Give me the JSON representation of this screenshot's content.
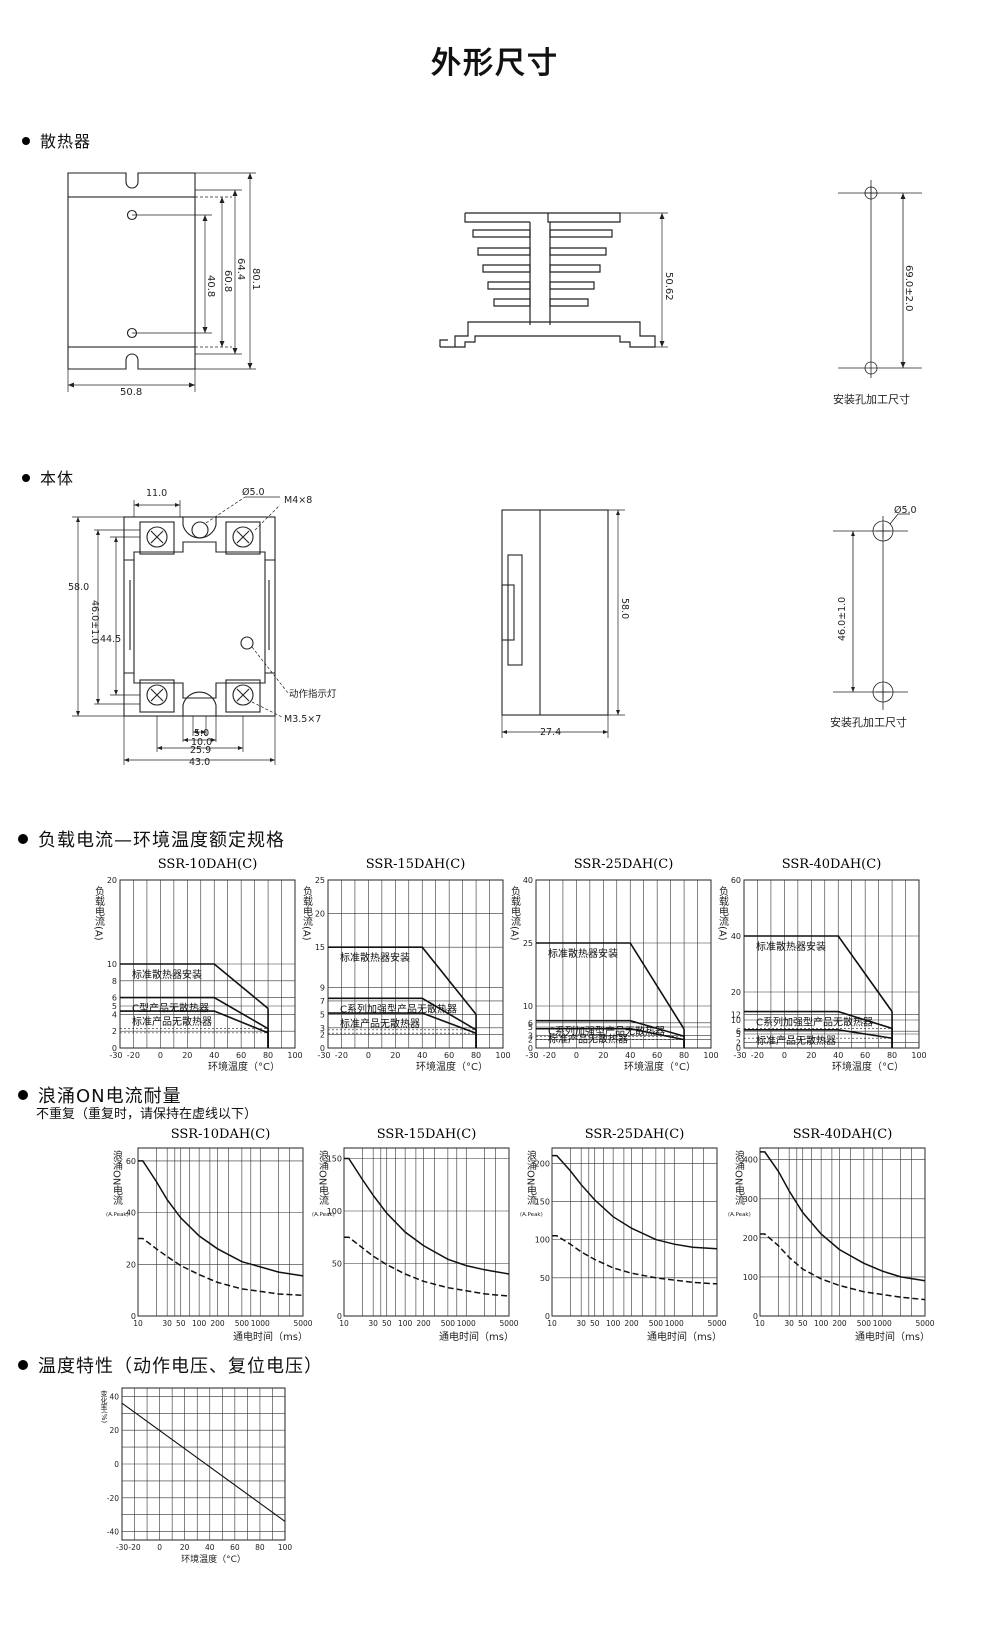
{
  "page_title": "外形尺寸",
  "sections": {
    "heatsink": "散热器",
    "body": "本体",
    "load_current": "负载电流—环境温度额定规格",
    "surge": "浪涌ON电流耐量",
    "surge_note": "不重复（重复时，请保持在虚线以下）",
    "temp_char": "温度特性（动作电压、复位电压）"
  },
  "heatsink": {
    "dims": {
      "w": "50.8",
      "h1": "40.8",
      "h2": "60.8",
      "h3": "64.4",
      "h4": "80.1",
      "side_h": "50.62",
      "hole": "69.0±2.0"
    },
    "mount_label": "安装孔加工尺寸"
  },
  "body_dims": {
    "d11": "11.0",
    "hole_d": "Ø5.0",
    "screw_top": "M4×8",
    "h58": "58.0",
    "h46": "46.0±1.0",
    "h44": "44.5",
    "led": "动作指示灯",
    "screw_bot": "M3.5×7",
    "d5": "5.0",
    "d10": "10.0",
    "d259": "25.9",
    "d43": "43.0",
    "side_h": "58.0",
    "side_w": "27.4",
    "mount_d": "Ø5.0",
    "mount_h": "46.0±1.0",
    "mount_label": "安装孔加工尺寸"
  },
  "load_charts": {
    "ylabel": "负载电流(A)",
    "xlabel": "环境温度（°C）",
    "xticks": [
      "-30",
      "-20",
      "0",
      "20",
      "40",
      "60",
      "80",
      "100"
    ],
    "curve_labels": {
      "std_heatsink": "标准散热器安装",
      "c_type": "C型产品无散热器",
      "c_series": "C系列加强型产品无散热器",
      "std_none": "标准产品无散热器"
    }
  },
  "surge_charts": {
    "ylabel": "浪涌ON电流",
    "yunit": "(A.Peak)",
    "xlabel": "通电时间（ms）",
    "xticks": [
      "10",
      "30",
      "50",
      "100",
      "200",
      "500",
      "1000",
      "5000"
    ]
  },
  "temp_chart": {
    "ylabel": "变化率(%)",
    "xlabel": "环境温度（°C）",
    "yticks": [
      "40",
      "20",
      "0",
      "-20",
      "-40"
    ],
    "xticks": [
      "-30",
      "-20",
      "0",
      "20",
      "40",
      "60",
      "80",
      "100"
    ]
  },
  "chart_data": [
    {
      "type": "line",
      "title": "SSR-10DAH(C)",
      "xlabel": "环境温度（°C）",
      "ylabel": "负载电流(A)",
      "yticks": [
        0,
        2,
        4,
        5,
        6,
        8,
        10,
        20
      ],
      "ylim": [
        0,
        20
      ],
      "xlim": [
        -30,
        100
      ],
      "series": [
        {
          "name": "标准散热器安装",
          "x": [
            -30,
            40,
            80
          ],
          "y": [
            10,
            10,
            4.7
          ]
        },
        {
          "name": "C型产品无散热器",
          "x": [
            -30,
            40,
            80
          ],
          "y": [
            6,
            6,
            2.3
          ]
        },
        {
          "name": "标准产品无散热器",
          "x": [
            -30,
            40,
            80
          ],
          "y": [
            4.4,
            4.4,
            1.8
          ]
        }
      ]
    },
    {
      "type": "line",
      "title": "SSR-15DAH(C)",
      "xlabel": "环境温度（°C）",
      "ylabel": "负载电流(A)",
      "yticks": [
        0,
        2,
        3,
        5,
        7,
        9,
        15,
        20,
        25
      ],
      "ylim": [
        0,
        25
      ],
      "xlim": [
        -30,
        100
      ],
      "series": [
        {
          "name": "标准散热器安装",
          "x": [
            -30,
            40,
            80
          ],
          "y": [
            15,
            15,
            5
          ]
        },
        {
          "name": "C系列加强型产品无散热器",
          "x": [
            -30,
            40,
            80
          ],
          "y": [
            7.4,
            7.4,
            2.7
          ]
        },
        {
          "name": "标准产品无散热器",
          "x": [
            -30,
            40,
            80
          ],
          "y": [
            5.2,
            5.2,
            2.2
          ]
        }
      ]
    },
    {
      "type": "line",
      "title": "SSR-25DAH(C)",
      "xlabel": "环境温度（°C）",
      "ylabel": "负载电流(A)",
      "yticks": [
        0,
        2,
        3,
        5,
        6,
        10,
        25,
        40
      ],
      "ylim": [
        0,
        40
      ],
      "xlim": [
        -30,
        100
      ],
      "series": [
        {
          "name": "标准散热器安装",
          "x": [
            -30,
            40,
            80
          ],
          "y": [
            25,
            25,
            4.5
          ]
        },
        {
          "name": "C系列加强型产品无散热器",
          "x": [
            -30,
            40,
            80
          ],
          "y": [
            6.5,
            6.5,
            2.8
          ]
        },
        {
          "name": "标准产品无散热器",
          "x": [
            -30,
            40,
            80
          ],
          "y": [
            4.6,
            4.6,
            2
          ]
        }
      ]
    },
    {
      "type": "line",
      "title": "SSR-40DAH(C)",
      "xlabel": "环境温度（°C）",
      "ylabel": "负载电流(A)",
      "yticks": [
        0,
        2,
        5,
        6,
        10,
        12,
        20,
        40,
        60
      ],
      "ylim": [
        0,
        60
      ],
      "xlim": [
        -30,
        100
      ],
      "series": [
        {
          "name": "标准散热器安装",
          "x": [
            -30,
            40,
            80
          ],
          "y": [
            40,
            40,
            13
          ]
        },
        {
          "name": "C系列加强型产品无散热器",
          "x": [
            -30,
            40,
            80
          ],
          "y": [
            13,
            13,
            7
          ]
        },
        {
          "name": "标准产品无散热器",
          "x": [
            -30,
            40,
            80
          ],
          "y": [
            6.5,
            6.5,
            3.5
          ]
        }
      ]
    },
    {
      "type": "line",
      "title": "SSR-10DAH(C)",
      "xscale": "log",
      "xlabel": "通电时间（ms）",
      "ylabel": "浪涌ON电流 (A.Peak)",
      "yticks": [
        0,
        20,
        40,
        60
      ],
      "ylim": [
        0,
        65
      ],
      "series": [
        {
          "name": "solid",
          "x": [
            10,
            12,
            20,
            30,
            50,
            100,
            200,
            500,
            1000,
            2000,
            5000
          ],
          "y": [
            60,
            60,
            52,
            45,
            38,
            31,
            26,
            21,
            19,
            17,
            15.5
          ]
        },
        {
          "name": "dashed",
          "x": [
            10,
            12,
            20,
            30,
            50,
            100,
            200,
            500,
            1000,
            2000,
            5000
          ],
          "y": [
            30,
            30,
            26,
            23,
            19.5,
            16,
            13,
            10.5,
            9.5,
            8.5,
            8
          ]
        }
      ]
    },
    {
      "type": "line",
      "title": "SSR-15DAH(C)",
      "xscale": "log",
      "xlabel": "通电时间（ms）",
      "ylabel": "浪涌ON电流 (A.Peak)",
      "yticks": [
        0,
        50,
        100,
        150
      ],
      "ylim": [
        0,
        160
      ],
      "series": [
        {
          "name": "solid",
          "x": [
            10,
            12,
            20,
            30,
            50,
            100,
            200,
            500,
            1000,
            2000,
            5000
          ],
          "y": [
            150,
            150,
            130,
            115,
            98,
            80,
            67,
            54,
            48,
            44,
            40
          ]
        },
        {
          "name": "dashed",
          "x": [
            10,
            12,
            20,
            30,
            50,
            100,
            200,
            500,
            1000,
            2000,
            5000
          ],
          "y": [
            75,
            75,
            65,
            57,
            49,
            40,
            33,
            27,
            24,
            21,
            19
          ]
        }
      ]
    },
    {
      "type": "line",
      "title": "SSR-25DAH(C)",
      "xscale": "log",
      "xlabel": "通电时间（ms）",
      "ylabel": "浪涌ON电流 (A.Peak)",
      "yticks": [
        0,
        50,
        100,
        150,
        200
      ],
      "ylim": [
        0,
        220
      ],
      "series": [
        {
          "name": "solid",
          "x": [
            10,
            12,
            20,
            30,
            50,
            100,
            200,
            500,
            1000,
            2000,
            5000
          ],
          "y": [
            210,
            210,
            190,
            172,
            152,
            130,
            115,
            100,
            94,
            90,
            88
          ]
        },
        {
          "name": "dashed",
          "x": [
            10,
            12,
            20,
            30,
            50,
            100,
            200,
            500,
            1000,
            2000,
            5000
          ],
          "y": [
            105,
            105,
            94,
            84,
            74,
            63,
            56,
            50,
            47,
            44,
            42
          ]
        }
      ]
    },
    {
      "type": "line",
      "title": "SSR-40DAH(C)",
      "xscale": "log",
      "xlabel": "通电时间（ms）",
      "ylabel": "浪涌ON电流 (A.Peak)",
      "yticks": [
        0,
        100,
        200,
        300,
        400
      ],
      "ylim": [
        0,
        430
      ],
      "series": [
        {
          "name": "solid",
          "x": [
            10,
            12,
            20,
            30,
            50,
            100,
            200,
            500,
            1000,
            2000,
            5000
          ],
          "y": [
            420,
            420,
            370,
            320,
            265,
            210,
            170,
            135,
            115,
            100,
            90
          ]
        },
        {
          "name": "dashed",
          "x": [
            10,
            12,
            20,
            30,
            50,
            100,
            200,
            500,
            1000,
            2000,
            5000
          ],
          "y": [
            210,
            210,
            180,
            150,
            120,
            95,
            78,
            62,
            55,
            48,
            42
          ]
        }
      ]
    },
    {
      "type": "line",
      "title": "",
      "xlabel": "环境温度（°C）",
      "ylabel": "变化率(%)",
      "yticks": [
        40,
        20,
        0,
        -20,
        -40
      ],
      "ylim": [
        -45,
        45
      ],
      "xlim": [
        -30,
        100
      ],
      "series": [
        {
          "name": "",
          "x": [
            -30,
            100
          ],
          "y": [
            36,
            -34
          ]
        }
      ]
    }
  ]
}
